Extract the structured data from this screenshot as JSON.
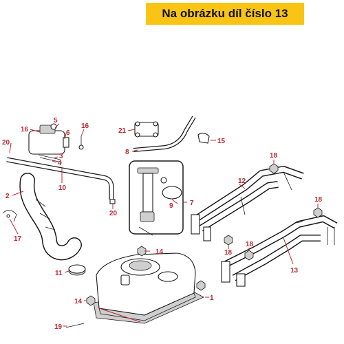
{
  "banner": {
    "text": "Na obrázku díl číslo 13",
    "color": "#f9c414"
  },
  "label_color": "#c0262d",
  "callouts": {
    "c1": "1",
    "c2": "2",
    "c3": "3",
    "c4": "4",
    "c5": "5",
    "c6": "6",
    "c7": "7",
    "c8": "8",
    "c9": "9",
    "c10": "10",
    "c11": "11",
    "c12": "12",
    "c13": "13",
    "c14a": "14",
    "c14b": "14",
    "c15": "15",
    "c16a": "16",
    "c16b": "16",
    "c17": "17",
    "c18a": "18",
    "c18b": "18",
    "c18c": "18",
    "c18d": "18",
    "c19": "19",
    "c20a": "20",
    "c20b": "20",
    "c21": "21"
  }
}
